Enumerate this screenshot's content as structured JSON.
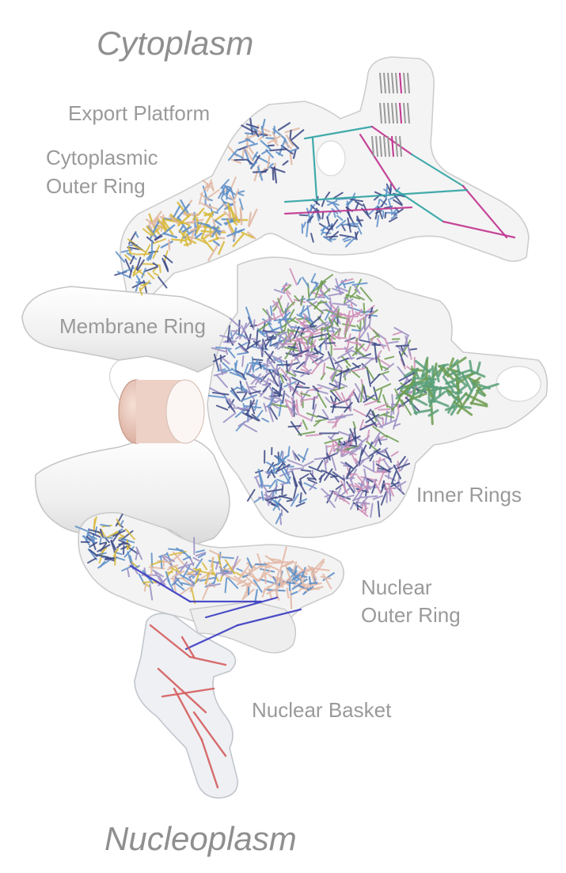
{
  "labels": {
    "cytoplasm": "Cytoplasm",
    "export_platform": "Export Platform",
    "cyto_outer_ring_1": "Cytoplasmic",
    "cyto_outer_ring_2": "Outer Ring",
    "membrane_ring": "Membrane Ring",
    "inner_rings": "Inner Rings",
    "nuclear_outer_ring_1": "Nuclear",
    "nuclear_outer_ring_2": "Outer Ring",
    "nuclear_basket": "Nuclear Basket",
    "nucleoplasm": "Nucleoplasm"
  },
  "colors": {
    "envelope_fill": "#f2f2f2",
    "envelope_stroke": "#cfcfcf",
    "gold": "#d8b93a",
    "steel_blue": "#5d8fc8",
    "navy": "#3d4a86",
    "lavender": "#9c8fc4",
    "pink": "#cf90b8",
    "green": "#6e9d52",
    "sea_green": "#5aa07a",
    "magenta": "#c1338f",
    "teal": "#2fa3a3",
    "peach": "#e1b8a4",
    "salmon": "#e5b9a8",
    "blue": "#3a3cc2",
    "red": "#d55d5d",
    "membrane_core": "#e7c5b8",
    "label_gray": "#9a9a9a"
  }
}
